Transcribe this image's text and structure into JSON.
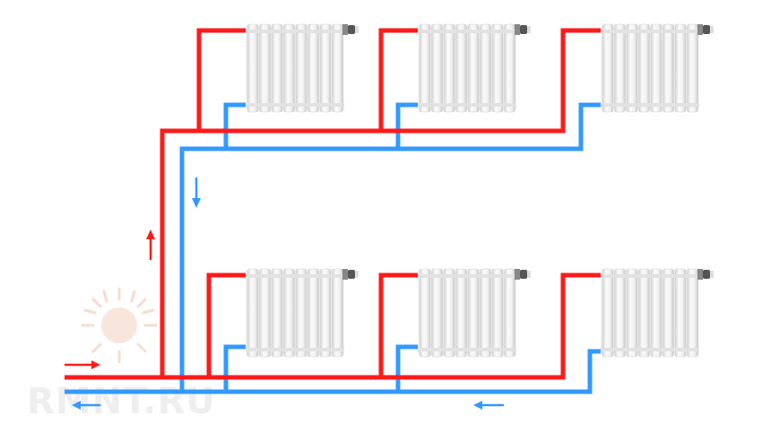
{
  "watermark": {
    "text": "RMNT.RU"
  },
  "colors": {
    "supply": "#ff1a1a",
    "return": "#3399ff",
    "radiator": "#e9e9e9",
    "watermark": "#eeeeee"
  },
  "radiators": {
    "upper_floor": 3,
    "lower_floor": 3
  },
  "icons": [
    "flow-arrow-right-icon",
    "flow-arrow-left-icon",
    "flow-arrow-up-icon",
    "flow-arrow-down-icon",
    "thermostatic-valve-icon",
    "sun-logo-icon"
  ]
}
